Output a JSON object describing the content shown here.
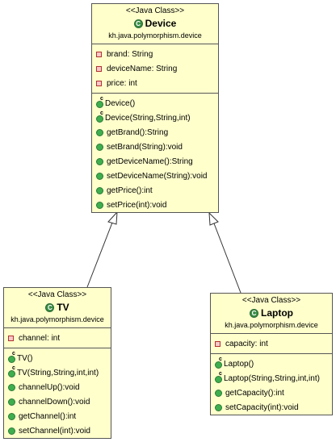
{
  "classes": {
    "device": {
      "stereotype": "<<Java Class>>",
      "name": "Device",
      "icon_letter": "C",
      "package": "kh.java.polymorphism.device",
      "fields": [
        "brand: String",
        "deviceName: String",
        "price: int"
      ],
      "constructors": [
        "Device()",
        "Device(String,String,int)"
      ],
      "methods": [
        "getBrand():String",
        "setBrand(String):void",
        "getDeviceName():String",
        "setDeviceName(String):void",
        "getPrice():int",
        "setPrice(int):void"
      ]
    },
    "tv": {
      "stereotype": "<<Java Class>>",
      "name": "TV",
      "icon_letter": "C",
      "package": "kh.java.polymorphism.device",
      "fields": [
        "channel: int"
      ],
      "constructors": [
        "TV()",
        "TV(String,String,int,int)"
      ],
      "methods": [
        "channelUp():void",
        "channelDown():void",
        "getChannel():int",
        "setChannel(int):void"
      ]
    },
    "laptop": {
      "stereotype": "<<Java Class>>",
      "name": "Laptop",
      "icon_letter": "C",
      "package": "kh.java.polymorphism.device",
      "fields": [
        "capacity: int"
      ],
      "constructors": [
        "Laptop()",
        "Laptop(String,String,int,int)"
      ],
      "methods": [
        "getCapacity():int",
        "setCapacity(int):void"
      ]
    }
  },
  "relations": [
    {
      "type": "generalization",
      "from": "TV",
      "to": "Device"
    },
    {
      "type": "generalization",
      "from": "Laptop",
      "to": "Device"
    }
  ]
}
